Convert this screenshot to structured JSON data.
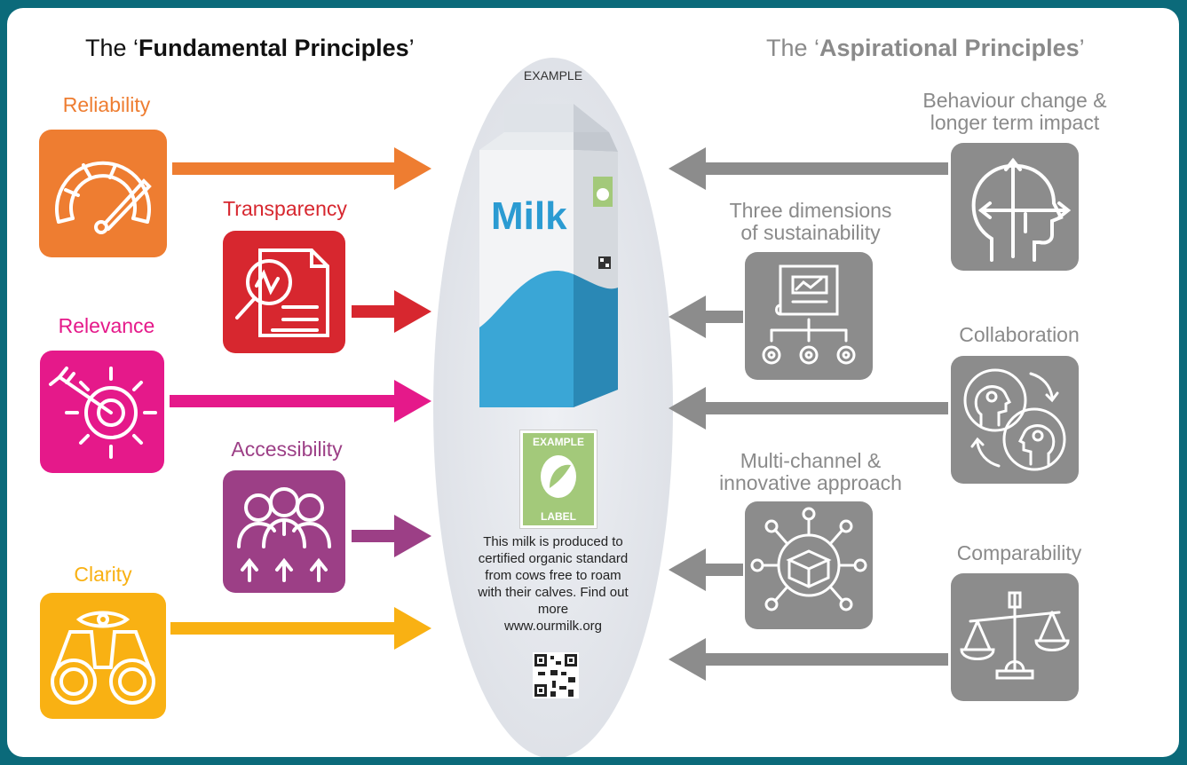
{
  "left_title": {
    "pre": "The ‘",
    "bold": "Fundamental Principles",
    "post": "’"
  },
  "right_title": {
    "pre": "The ‘",
    "bold": "Aspirational Principles",
    "post": "’"
  },
  "fundamental": [
    {
      "label": "Reliability",
      "color": "#ee7d31",
      "icon": "gauge-icon"
    },
    {
      "label": "Transparency",
      "color": "#d7272f",
      "icon": "document-magnifier-icon"
    },
    {
      "label": "Relevance",
      "color": "#e5198a",
      "icon": "target-gear-icon"
    },
    {
      "label": "Accessibility",
      "color": "#9c3f86",
      "icon": "people-group-icon"
    },
    {
      "label": "Clarity",
      "color": "#f9b113",
      "icon": "binoculars-icon"
    }
  ],
  "aspirational": [
    {
      "label_lines": [
        "Behaviour change &",
        "longer term impact"
      ],
      "icon": "head-arrows-icon"
    },
    {
      "label_lines": [
        "Three dimensions",
        "of sustainability"
      ],
      "icon": "report-gears-icon"
    },
    {
      "label_lines": [
        "Collaboration"
      ],
      "icon": "collaboration-heads-icon"
    },
    {
      "label_lines": [
        "Multi-channel &",
        "innovative approach"
      ],
      "icon": "network-box-icon"
    },
    {
      "label_lines": [
        "Comparability"
      ],
      "icon": "scales-icon"
    }
  ],
  "center": {
    "example_top": "EXAMPLE",
    "carton_text": "Milk",
    "badge_top": "EXAMPLE",
    "badge_bottom": "LABEL",
    "description": "This milk is produced to certified organic standard from cows free to roam with their calves. Find out more",
    "url": "www.ourmilk.org"
  },
  "colors": {
    "grey": "#8c8c8c",
    "background": "#0b6a7a",
    "badge_green": "#a3c97a",
    "milk_blue": "#2b9bd2"
  }
}
